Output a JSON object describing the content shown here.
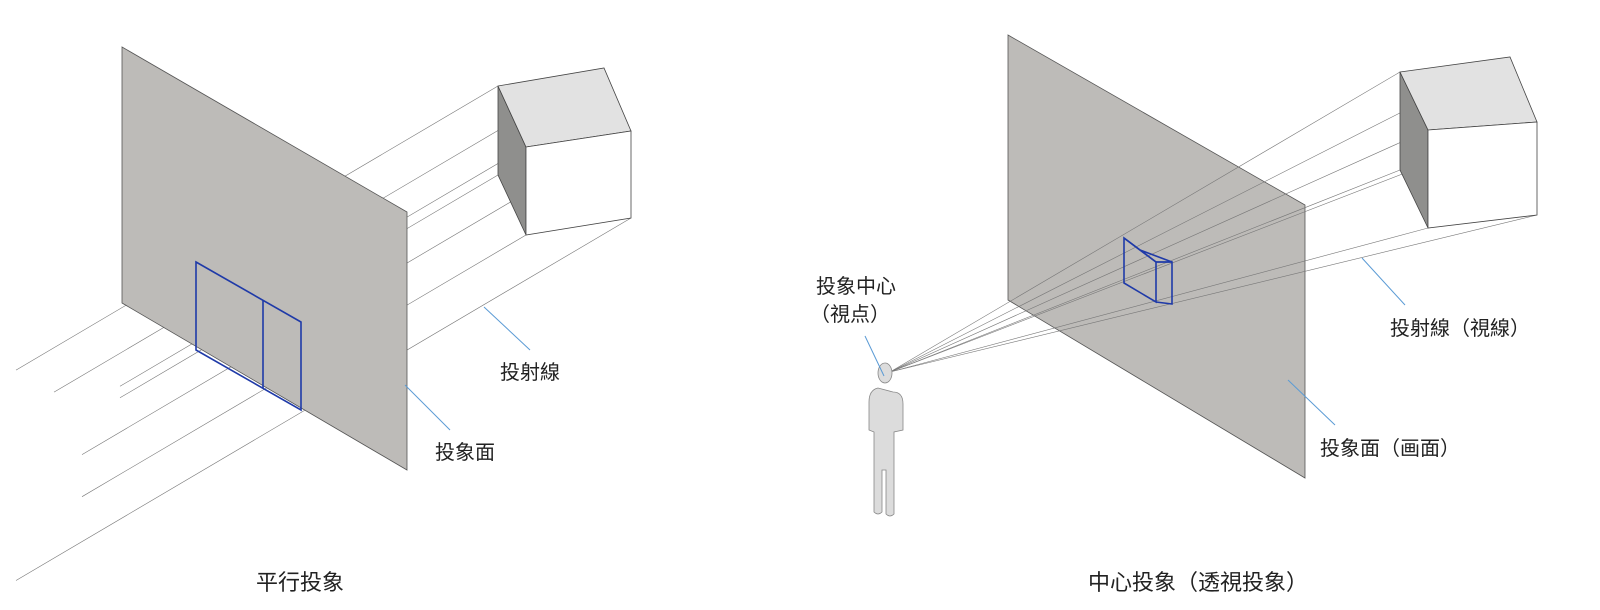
{
  "parallel": {
    "title": "平行投象",
    "label_rays": "投射線",
    "label_plane": "投象面"
  },
  "central": {
    "title": "中心投象（透視投象）",
    "label_center_line1": "投象中心",
    "label_center_line2": "（視点）",
    "label_rays": "投射線（視線）",
    "label_plane": "投象面（画面）"
  },
  "colors": {
    "plane": "#bdbbb8",
    "cube_top": "#e2e2e2",
    "cube_side": "#8f8f8d",
    "projection": "#1f3aa8",
    "leader": "#5b9bd5"
  }
}
